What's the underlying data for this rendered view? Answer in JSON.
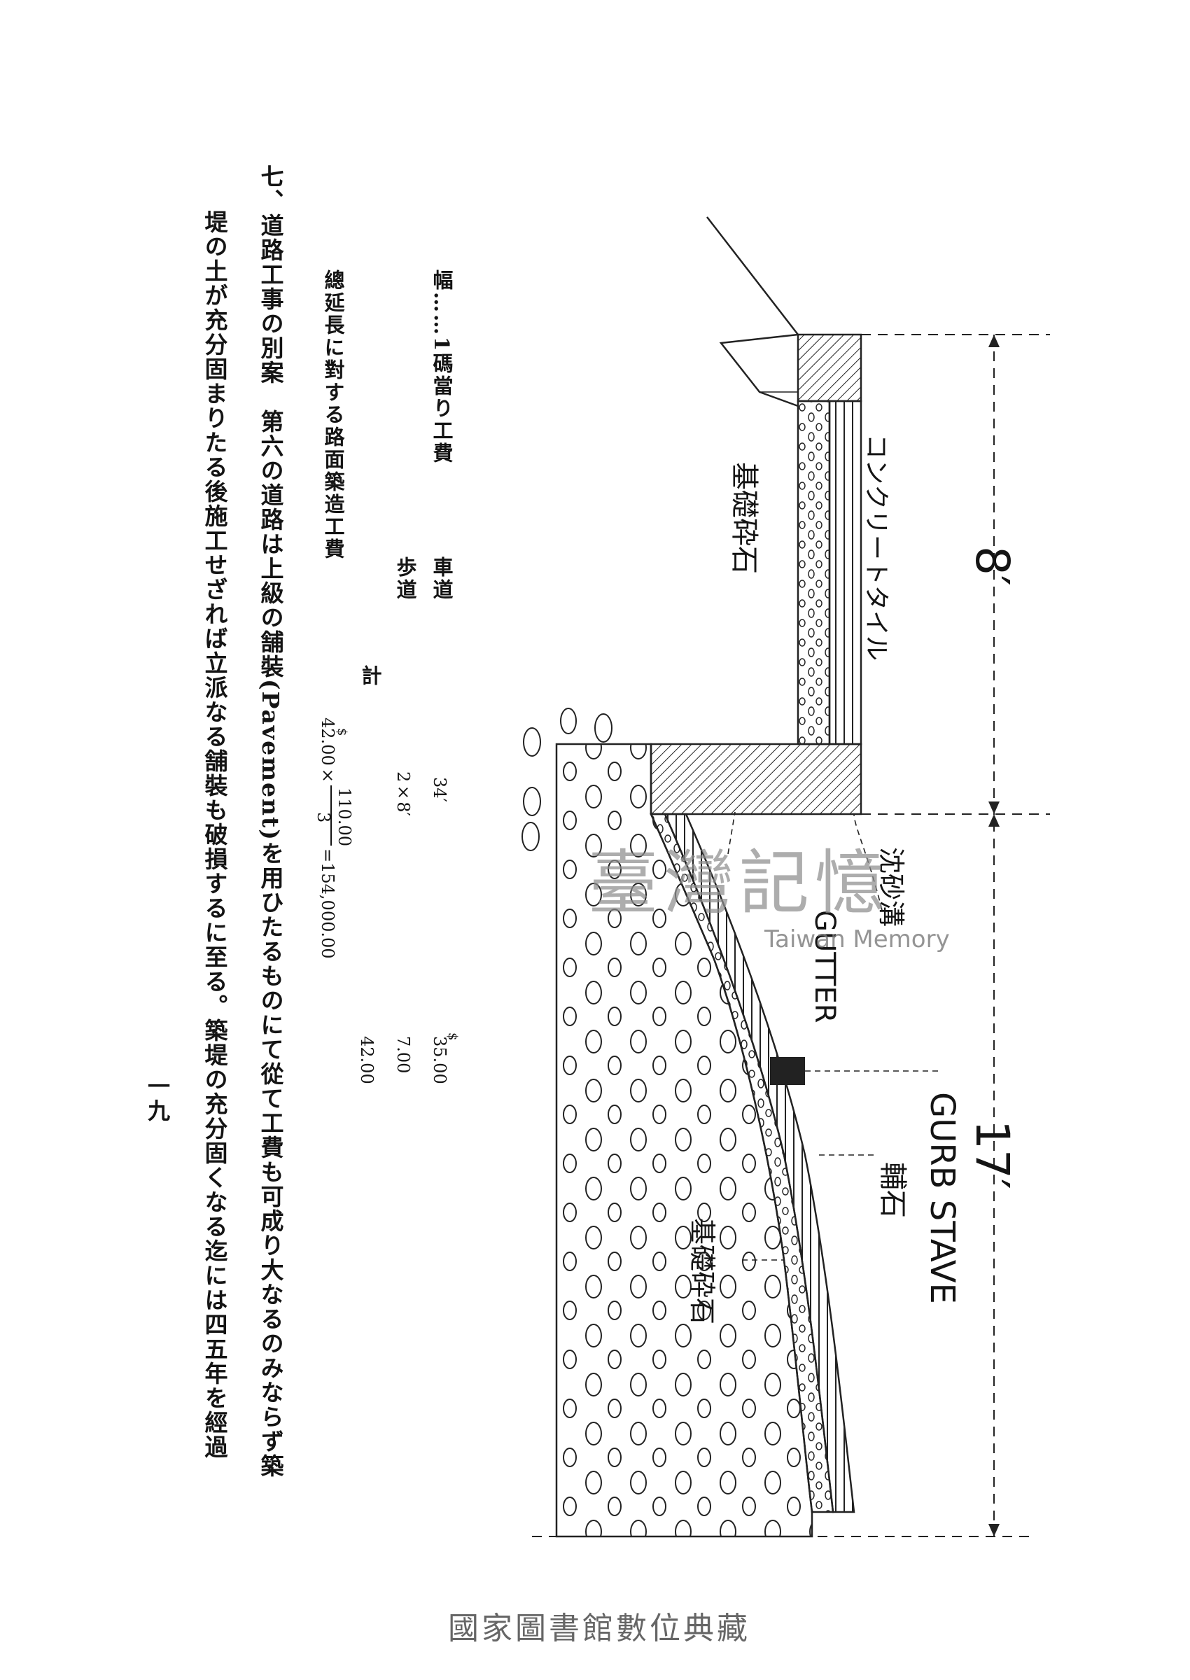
{
  "diagram": {
    "labels": {
      "concrete_tile": "コンクリートタイル",
      "foundation_stone_top": "基礎砕石",
      "width_8": "8′",
      "width_17": "17′",
      "gutter": "GUTTER",
      "gutter_jp": "沈砂溝",
      "curb_stave": "GURB STAVE",
      "paving_stone": "輔石",
      "foundation_stone_bottom": "基礎砕石"
    }
  },
  "costs": {
    "width_label": "幅……1碼當り工費",
    "roadway_label": "車道",
    "roadway_amount": "35.00",
    "roadway_mult": "34′",
    "sidewalk_label": "歩道",
    "sidewalk_mult": "2×8′",
    "sidewalk_amount": "7.00",
    "total_label": "計",
    "total_amount": "42.00",
    "total_length_label": "總延長に對する路面築造工費",
    "calc_a": "42.00×",
    "calc_num": "110.00",
    "calc_den": "3",
    "calc_result": "=154,000.00",
    "dollar": "$"
  },
  "body": {
    "line1": "七、道路工事の別案　第六の道路は上級の舗裝(Pavement)を用ひたるものにて從て工費も可成り大なるのみならず築",
    "line2": "堤の土が充分固まりたる後施工せざれば立派なる舗裝も破損するに至る。築堤の充分固くなる迄には四五年を經過"
  },
  "page_number": "一九",
  "watermark": {
    "chinese": "臺灣記憶",
    "english": "Taiwan Memory"
  },
  "footer": "國家圖書館數位典藏"
}
